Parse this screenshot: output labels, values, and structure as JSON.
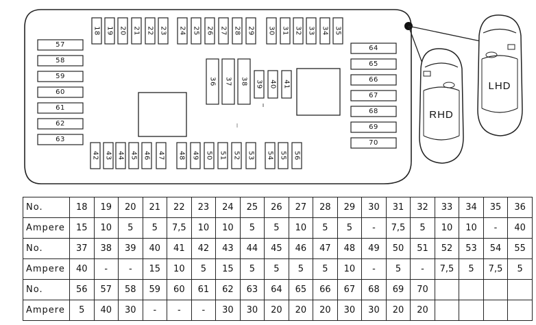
{
  "box_fuses": {
    "top": [
      "18",
      "19",
      "20",
      "21",
      "22",
      "23",
      "24",
      "25",
      "26",
      "27",
      "28",
      "29",
      "30",
      "31",
      "32",
      "33",
      "34",
      "35"
    ],
    "left": [
      "57",
      "58",
      "59",
      "60",
      "61",
      "62",
      "63"
    ],
    "right": [
      "64",
      "65",
      "66",
      "67",
      "68",
      "69",
      "70"
    ],
    "center_large": [
      "36",
      "37",
      "38"
    ],
    "center_small": [
      "39",
      "40",
      "41"
    ],
    "bottom": [
      "42",
      "43",
      "44",
      "45",
      "46",
      "47",
      "48",
      "49",
      "50",
      "51",
      "52",
      "53",
      "54",
      "55",
      "56"
    ]
  },
  "cars": {
    "rhd_label": "RHD",
    "lhd_label": "LHD"
  },
  "table": {
    "rows": [
      {
        "label": "No.",
        "cells": [
          "18",
          "19",
          "20",
          "21",
          "22",
          "23",
          "24",
          "25",
          "26",
          "27",
          "28",
          "29",
          "30",
          "31",
          "32",
          "33",
          "34",
          "35",
          "36"
        ]
      },
      {
        "label": "Ampere",
        "cells": [
          "15",
          "10",
          "5",
          "5",
          "7,5",
          "10",
          "10",
          "5",
          "5",
          "10",
          "5",
          "5",
          "-",
          "7,5",
          "5",
          "10",
          "10",
          "-",
          "40"
        ]
      },
      {
        "label": "No.",
        "cells": [
          "37",
          "38",
          "39",
          "40",
          "41",
          "42",
          "43",
          "44",
          "45",
          "46",
          "47",
          "48",
          "49",
          "50",
          "51",
          "52",
          "53",
          "54",
          "55"
        ]
      },
      {
        "label": "Ampere",
        "cells": [
          "40",
          "-",
          "-",
          "15",
          "10",
          "5",
          "15",
          "5",
          "5",
          "5",
          "5",
          "10",
          "-",
          "5",
          "-",
          "7,5",
          "5",
          "7,5",
          "5"
        ]
      },
      {
        "label": "No.",
        "cells": [
          "56",
          "57",
          "58",
          "59",
          "60",
          "61",
          "62",
          "63",
          "64",
          "65",
          "66",
          "67",
          "68",
          "69",
          "70",
          "",
          "",
          "",
          ""
        ]
      },
      {
        "label": "Ampere",
        "cells": [
          "5",
          "40",
          "30",
          "-",
          "-",
          "-",
          "30",
          "30",
          "20",
          "20",
          "20",
          "30",
          "30",
          "20",
          "20",
          "",
          "",
          "",
          ""
        ]
      }
    ]
  }
}
